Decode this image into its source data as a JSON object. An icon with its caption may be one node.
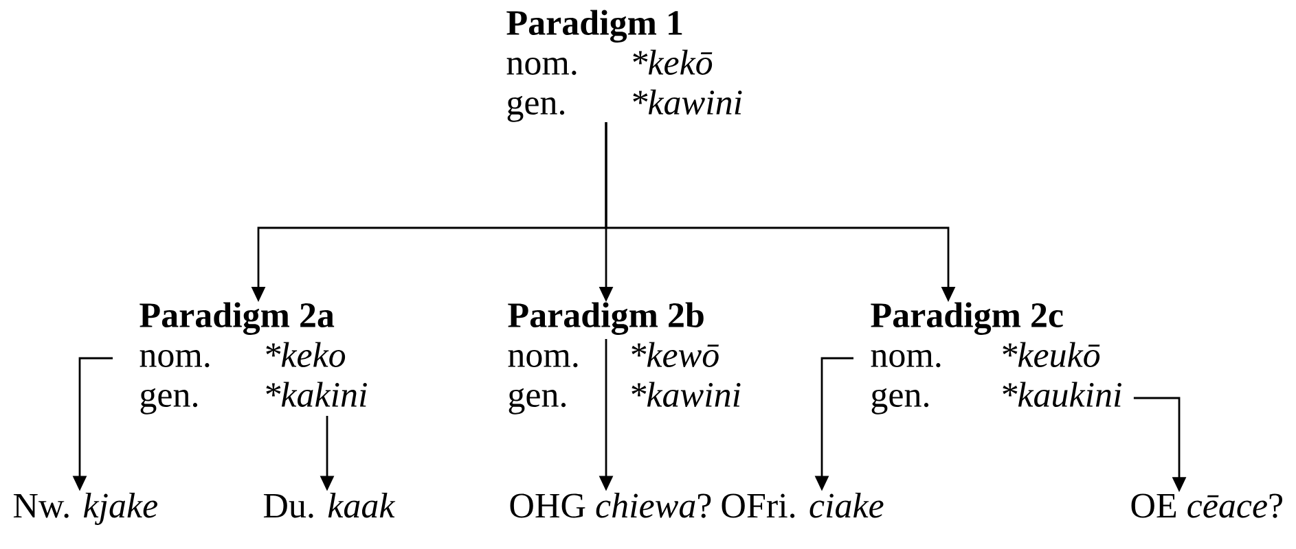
{
  "diagram": {
    "nodes": [
      {
        "text": [
          "Paradigm 1",
          "nom.",
          "*kekō",
          "gen.",
          "*kawini"
        ]
      },
      {
        "text": [
          "Paradigm 2a",
          "nom.",
          "*keko",
          "gen.",
          "*kakini"
        ]
      },
      {
        "text": [
          "Paradigm 2b",
          "nom.",
          "*kewō",
          "gen.",
          "*kawini"
        ]
      },
      {
        "text": [
          "Paradigm 2c",
          "nom.",
          "*keukō",
          "gen.",
          "*kaukini"
        ]
      },
      {
        "text": [
          "Nw. *kjake*"
        ]
      },
      {
        "text": [
          "Du. *kaak*"
        ]
      },
      {
        "text": [
          "OHG *chiewa*?"
        ]
      },
      {
        "text": [
          "OFri. *ciake*"
        ]
      },
      {
        "text": [
          "OE *cēace*?"
        ]
      }
    ],
    "edges": [
      {
        "from": 0,
        "to": 1,
        "arrow": "to"
      },
      {
        "from": 0,
        "to": 2,
        "arrow": "to"
      },
      {
        "from": 0,
        "to": 3,
        "arrow": "to"
      },
      {
        "from": 1,
        "to": 4,
        "arrow": "to"
      },
      {
        "from": 1,
        "to": 5,
        "arrow": "to"
      },
      {
        "from": 2,
        "to": 6,
        "arrow": "to"
      },
      {
        "from": 3,
        "to": 7,
        "arrow": "to"
      },
      {
        "from": 3,
        "to": 8,
        "arrow": "to"
      }
    ]
  }
}
